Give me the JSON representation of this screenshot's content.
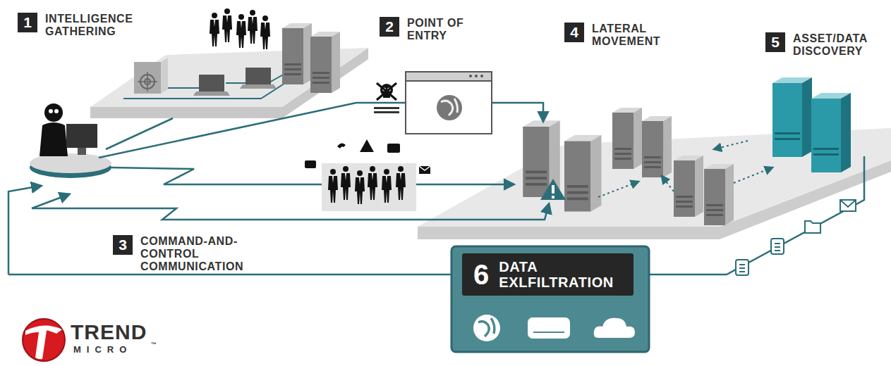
{
  "diagram": {
    "nodes": [
      {
        "text": [
          "1",
          "INTELLIGENCE GATHERING"
        ]
      },
      {
        "text": [
          "2",
          "POINT OF ENTRY"
        ]
      },
      {
        "text": [
          "4",
          "LATERAL MOVEMENT"
        ]
      },
      {
        "text": [
          "5",
          "ASSET/DATA DISCOVERY"
        ]
      },
      {
        "text": [
          "3",
          "COMMAND-AND-CONTROL COMMUNICATION"
        ]
      },
      {
        "text": [
          "6",
          "DATA EXLFILTRATION"
        ]
      }
    ],
    "labels": [
      "TREND",
      "MICRO",
      "™"
    ]
  }
}
